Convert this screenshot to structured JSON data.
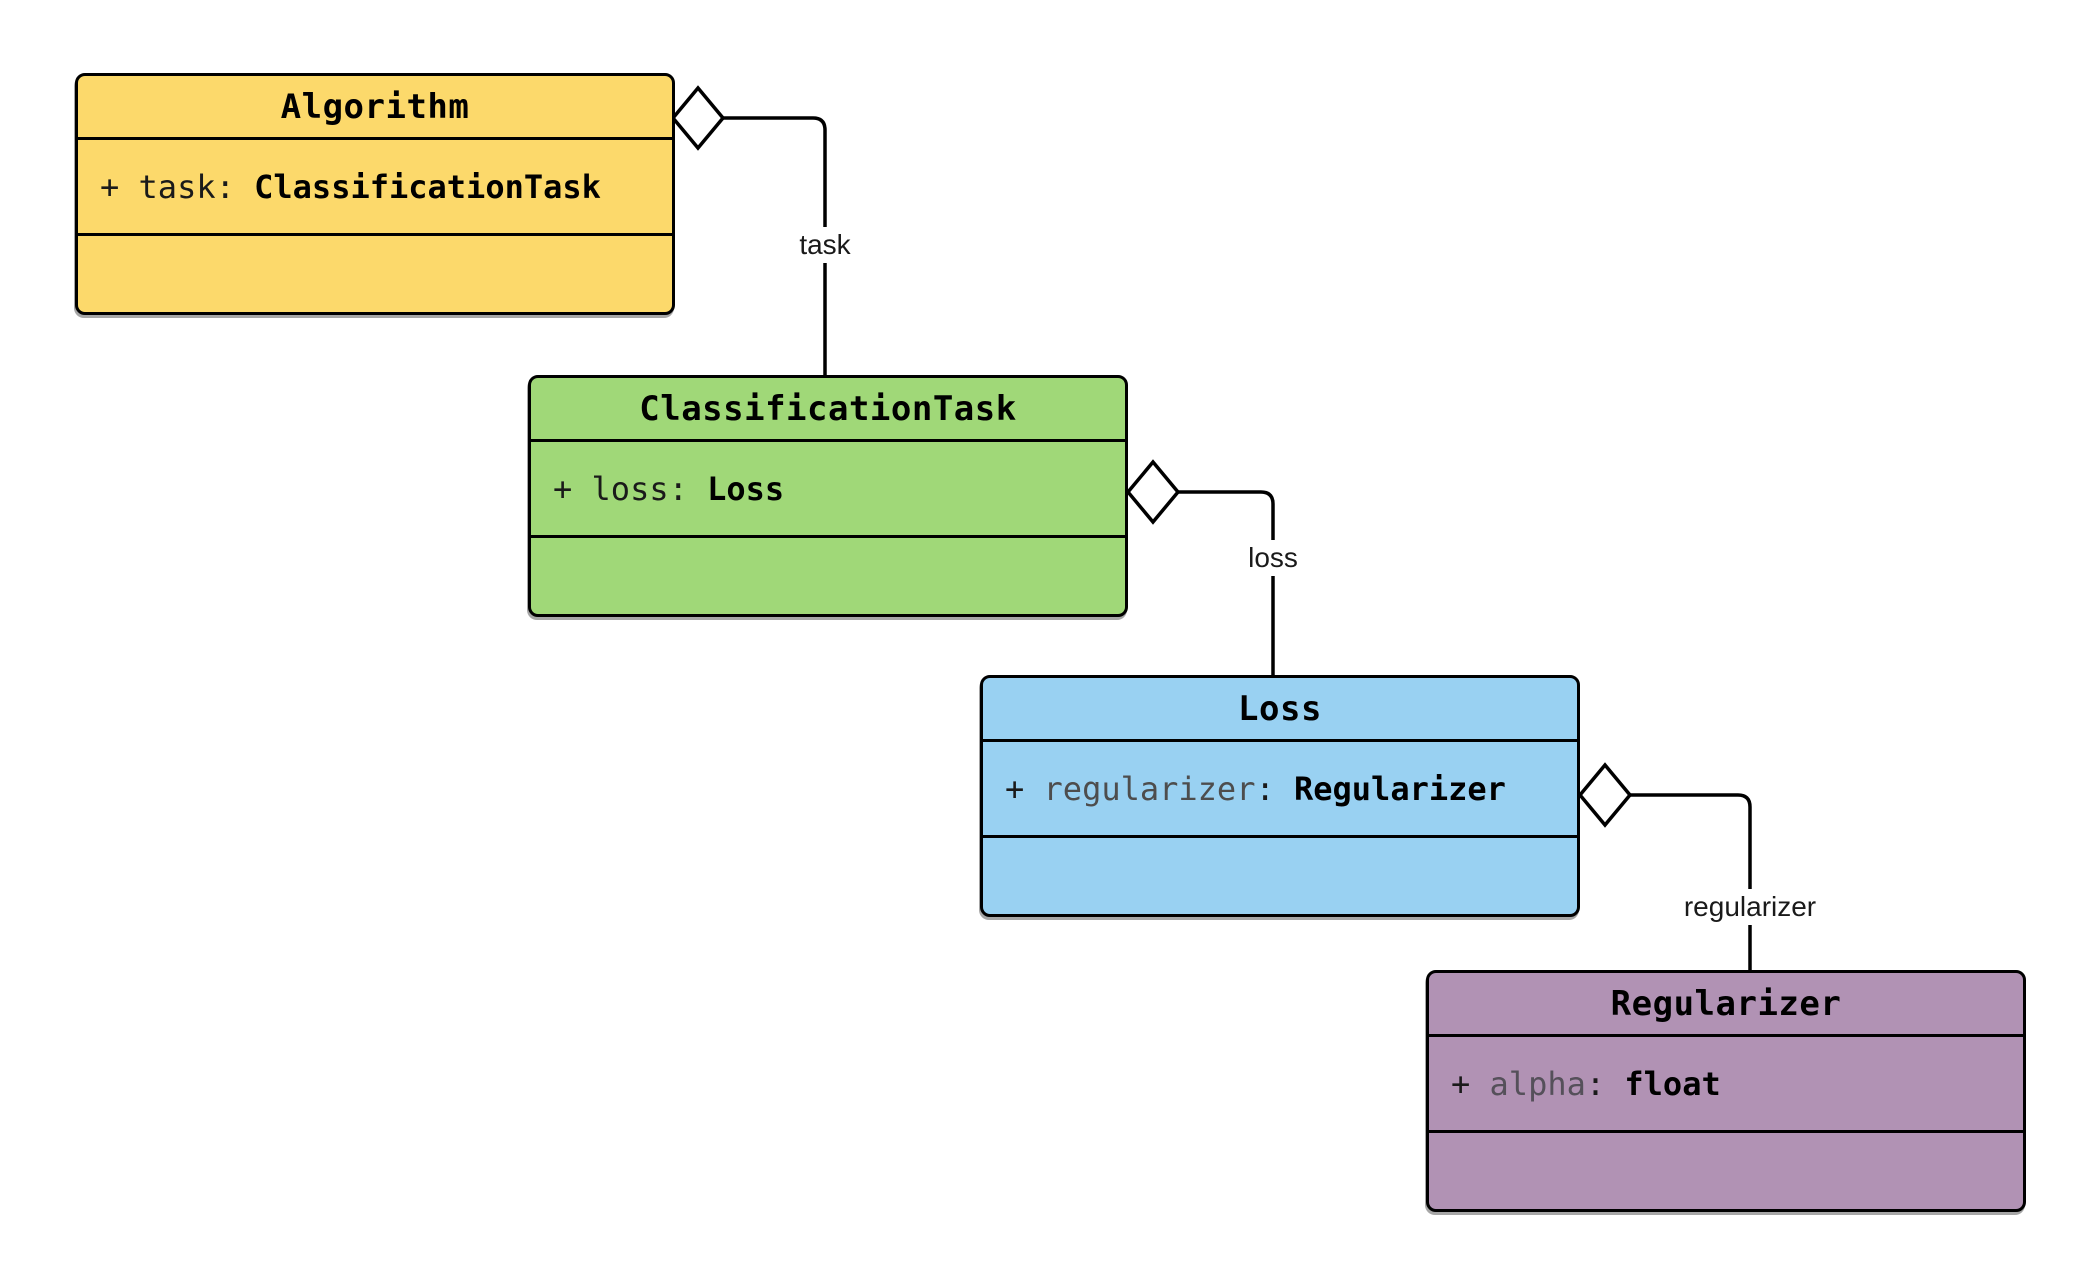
{
  "canvas": {
    "background": "#ffffff",
    "stroke_color": "#000000",
    "edge_label_color": "#1a1a1a"
  },
  "classes": [
    {
      "title": "Algorithm",
      "fill": "#FCD96B",
      "name_color": "#1a1a1a",
      "attribute": {
        "visibility": "+",
        "name": "task",
        "separator": ":",
        "type": "ClassificationTask"
      }
    },
    {
      "title": "ClassificationTask",
      "fill": "#A0D878",
      "name_color": "#1a1a1a",
      "attribute": {
        "visibility": "+",
        "name": "loss",
        "separator": ":",
        "type": "Loss"
      }
    },
    {
      "title": "Loss",
      "fill": "#99D1F2",
      "name_color": "#4d4d4d",
      "attribute": {
        "visibility": "+",
        "name": "regularizer",
        "separator": ":",
        "type": "Regularizer"
      }
    },
    {
      "title": "Regularizer",
      "fill": "#B192B4",
      "name_color": "#55505a",
      "attribute": {
        "visibility": "+",
        "name": "alpha",
        "separator": ":",
        "type": "float"
      }
    }
  ],
  "edges": [
    {
      "label": "task",
      "kind": "aggregation"
    },
    {
      "label": "loss",
      "kind": "aggregation"
    },
    {
      "label": "regularizer",
      "kind": "aggregation"
    }
  ]
}
